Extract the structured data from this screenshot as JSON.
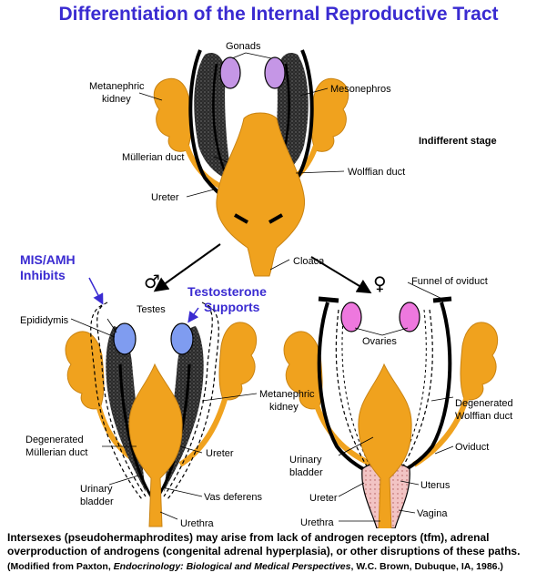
{
  "title": "Differentiation of the Internal Reproductive Tract",
  "labels": {
    "gonads": "Gonads",
    "metanephric_kidney_1": "Metanephric",
    "metanephric_kidney_2": "kidney",
    "mesonephros": "Mesonephros",
    "indifferent_stage": "Indifferent stage",
    "mullerian_duct": "Müllerian duct",
    "wolffian_duct": "Wolffian duct",
    "ureter": "Ureter",
    "cloaca": "Cloaca",
    "male_symbol": "♂",
    "female_symbol": "♀",
    "mis_amh_1": "MIS/AMH",
    "mis_amh_2": "Inhibits",
    "testosterone_1": "Testosterone",
    "testosterone_2": "Supports",
    "testes": "Testes",
    "epididymis": "Epididymis",
    "metanephric_kidney_m1": "Metanephric",
    "metanephric_kidney_m2": "kidney",
    "degenerated_mullerian_1": "Degenerated",
    "degenerated_mullerian_2": "Müllerian duct",
    "ureter_m": "Ureter",
    "urinary_bladder_m1": "Urinary",
    "urinary_bladder_m2": "bladder",
    "vas_deferens": "Vas deferens",
    "urethra_m": "Urethra",
    "funnel_of_oviduct": "Funnel of oviduct",
    "ovaries": "Ovaries",
    "degenerated_wolffian_1": "Degenerated",
    "degenerated_wolffian_2": "Wolffian duct",
    "oviduct": "Oviduct",
    "urinary_bladder_f1": "Urinary",
    "urinary_bladder_f2": "bladder",
    "uterus": "Uterus",
    "ureter_f": "Ureter",
    "vagina": "Vagina",
    "urethra_f": "Urethra"
  },
  "caption": "Intersexes (pseudohermaphrodites) may arise from lack of androgen receptors (tfm), adrenal overproduction of androgens (congenital adrenal hyperplasia), or other disruptions of these paths.",
  "credit": {
    "prefix": "(Modified from Paxton, ",
    "italic": "Endocrinology: Biological and Medical Perspectives",
    "suffix": ", W.C. Brown, Dubuque, IA, 1986.)"
  },
  "colors": {
    "title": "#3a2bd1",
    "tissue": "#f0a21e",
    "gonad_indifferent": "#c596e6",
    "testis": "#7f9cf0",
    "ovary": "#ee78de",
    "uterus": "#f2c4c4"
  }
}
